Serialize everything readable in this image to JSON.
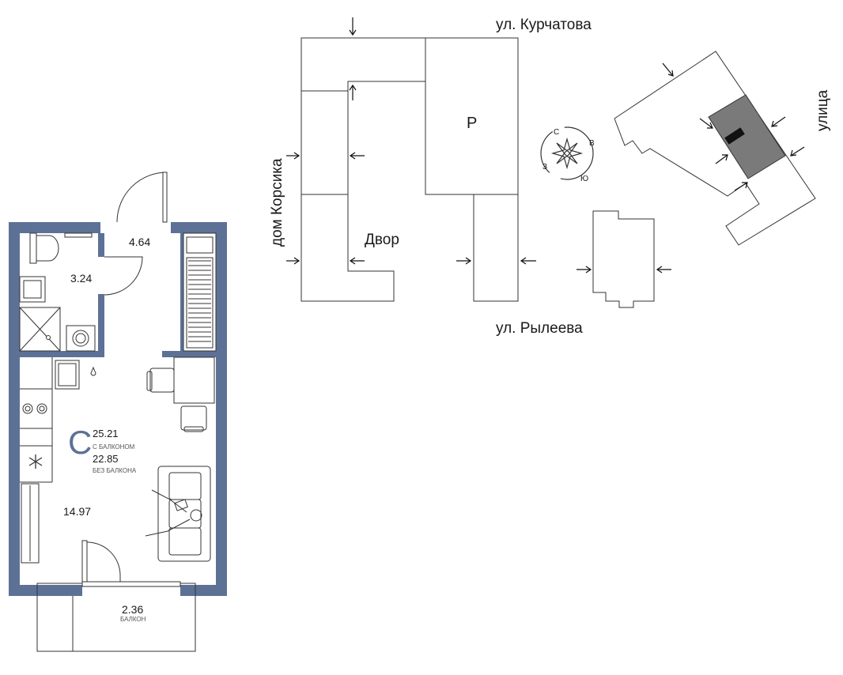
{
  "apartment": {
    "type_letter": "С",
    "area_with_balcony": "25.21",
    "with_balcony_label": "С БАЛКОНОМ",
    "area_without_balcony": "22.85",
    "without_balcony_label": "БЕЗ БАЛКОНА",
    "rooms": {
      "hall": "4.64",
      "bathroom": "3.24",
      "living": "14.97",
      "balcony": "2.36",
      "balcony_label": "БАЛКОН"
    }
  },
  "site_plan": {
    "street_top": "ул. Курчатова",
    "street_bottom": "ул. Рылеева",
    "street_left": "дом Корсика",
    "street_right": "улица",
    "courtyard": "Двор",
    "parking": "Р",
    "compass": {
      "north": "С",
      "east": "В",
      "south": "Ю",
      "west": "З"
    }
  },
  "colors": {
    "wall": "#5d7196",
    "highlight_section": "#7a7a7a",
    "line": "#333333"
  }
}
